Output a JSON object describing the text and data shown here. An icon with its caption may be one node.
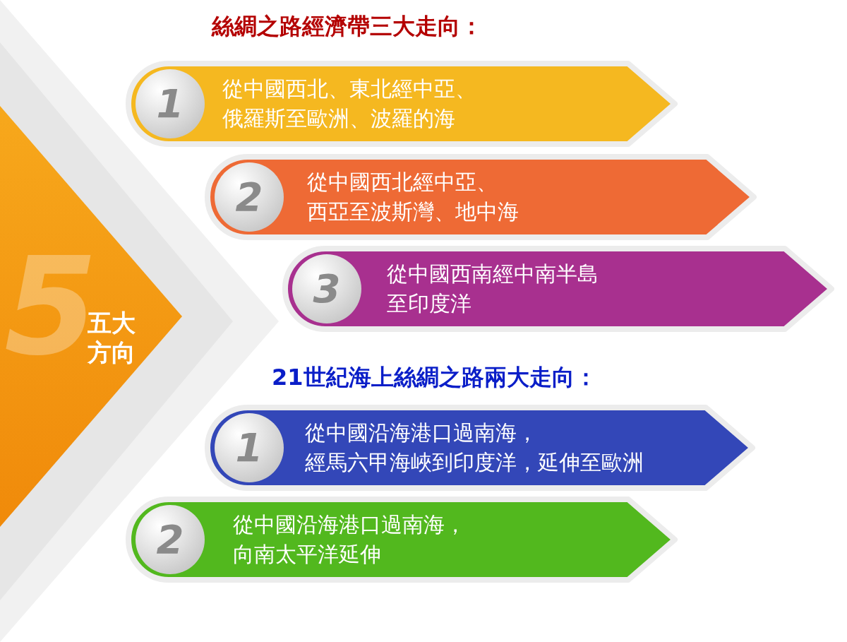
{
  "diagram": {
    "nodes": [
      {
        "text": [
          "5",
          "五大方向"
        ]
      },
      {
        "text": [
          "從中國西北、東北經中亞、俄羅斯至歐洲、波羅的海"
        ]
      },
      {
        "text": [
          "1"
        ],
        "in": 1
      },
      {
        "text": [
          "從中國西北經中亞、西亞至波斯灣、地中海"
        ]
      },
      {
        "text": [
          "2"
        ],
        "in": 3
      },
      {
        "text": [
          "從中國西南經中南半島至印度洋"
        ]
      },
      {
        "text": [
          "3"
        ],
        "in": 5
      },
      {
        "text": [
          "從中國沿海港口過南海，經馬六甲海峽到印度洋，延伸至歐洲"
        ]
      },
      {
        "text": [
          "1"
        ],
        "in": 7
      },
      {
        "text": [
          "從中國沿海港口過南海，向南太平洋延伸"
        ]
      },
      {
        "text": [
          "2"
        ],
        "in": 9
      }
    ],
    "labels": [
      "絲綢之路經濟帶三大走向：",
      "21世紀海上絲綢之路兩大走向："
    ]
  }
}
